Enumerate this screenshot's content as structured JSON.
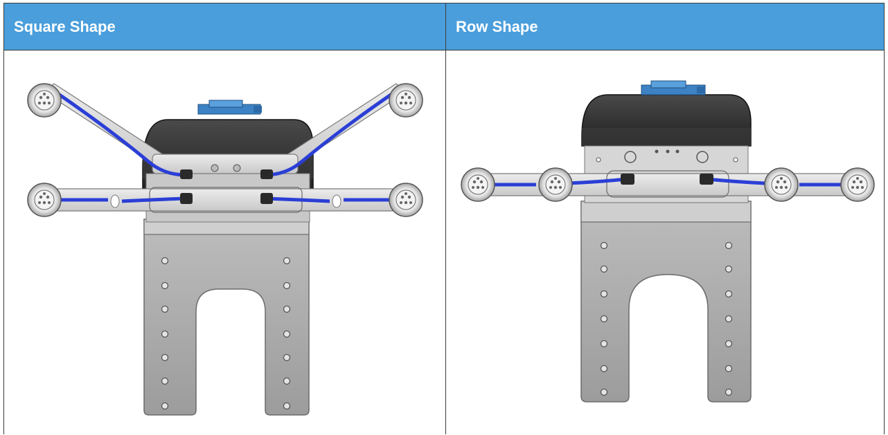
{
  "table": {
    "columns": [
      {
        "header": "Square Shape",
        "image_icon": "square-shape-gripper-illustration"
      },
      {
        "header": "Row Shape",
        "image_icon": "row-shape-gripper-illustration"
      }
    ]
  },
  "colors": {
    "header_bg": "#4a9edb",
    "header_text": "#ffffff",
    "border": "#3a3a3a",
    "plate": "#a8a8a8",
    "body_dark": "#2b2b2b",
    "tube_blue": "#2b3fd6",
    "valve_blue": "#3d82c4"
  }
}
